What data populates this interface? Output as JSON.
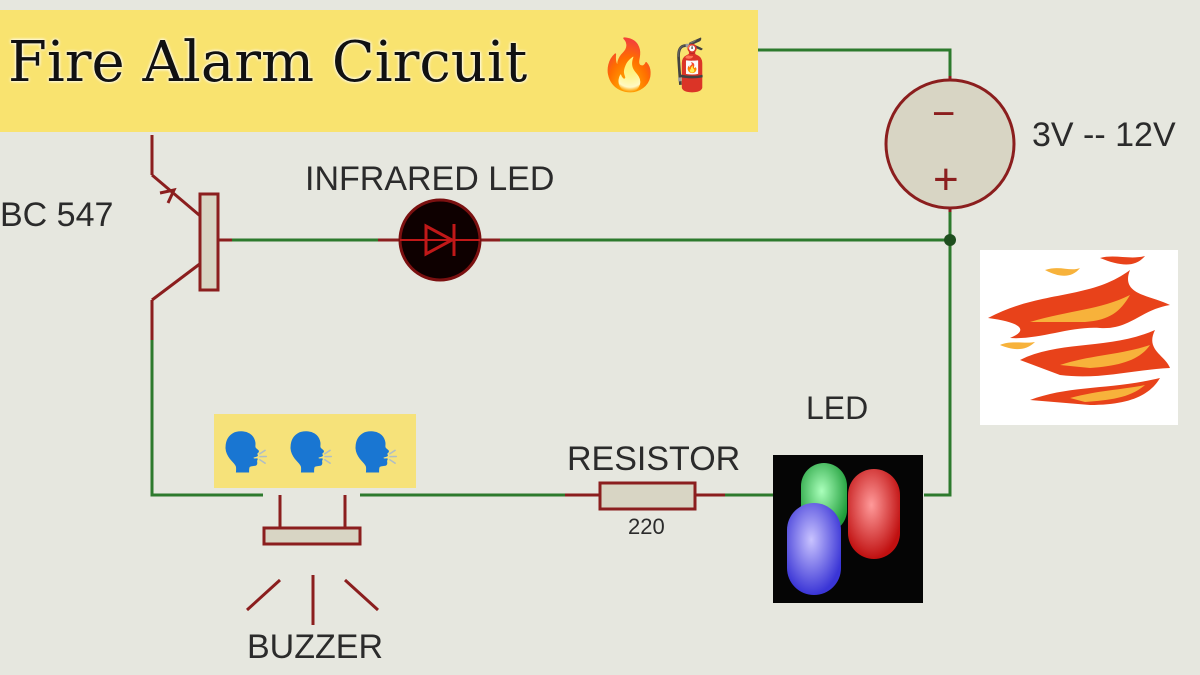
{
  "title": "Fire Alarm Circuit",
  "title_emoji": "🔥🧯",
  "labels": {
    "transistor": "BC 547",
    "infrared_led": "INFRARED LED",
    "voltage": "3V -- 12V",
    "led": "LED",
    "resistor": "RESISTOR",
    "resistor_value": "220",
    "buzzer": "BUZZER"
  },
  "battery_minus": "−",
  "battery_plus": "+",
  "speech_icons": [
    "🗣️",
    "🗣️",
    "🗣️"
  ],
  "colors": {
    "wire": "#2d7a2d",
    "component": "#8b1e1e",
    "title_bg": "#f9e36f",
    "fill": "#d8d5c4"
  }
}
